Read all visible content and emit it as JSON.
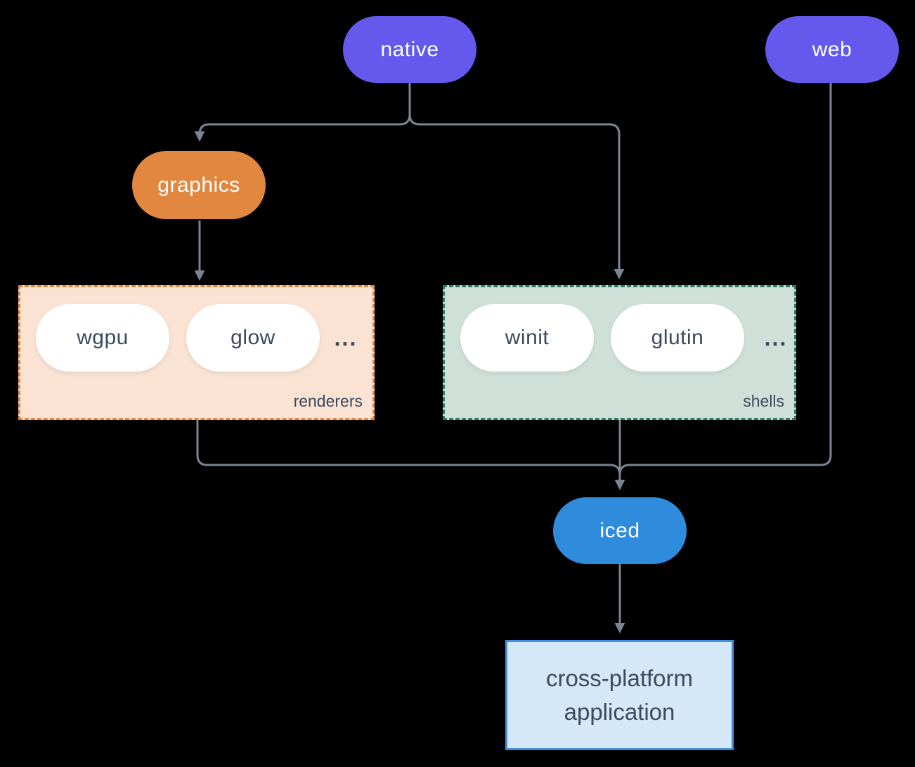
{
  "diagram": {
    "nodes": {
      "native": {
        "label": "native",
        "color": "#6459EC"
      },
      "web": {
        "label": "web",
        "color": "#6459EC"
      },
      "graphics": {
        "label": "graphics",
        "color": "#E2873F"
      },
      "iced": {
        "label": "iced",
        "color": "#2F8BDC"
      },
      "app": {
        "label": "cross-platform application",
        "fill": "#D5E8F8",
        "border": "#3D90DE"
      }
    },
    "groups": {
      "renderers": {
        "label": "renderers",
        "items": [
          "wgpu",
          "glow"
        ],
        "ellipsis": "...",
        "fill": "#FAE3D3",
        "border": "#E2873F"
      },
      "shells": {
        "label": "shells",
        "items": [
          "winit",
          "glutin"
        ],
        "ellipsis": "...",
        "fill": "#CFE0D9",
        "border": "#2F7A68"
      }
    },
    "colors": {
      "background": "#000000",
      "connector_line": "#7A8594",
      "pill_text_light": "#FFFFFF",
      "text_dark": "#3B4A5C",
      "white_pill": "#FFFFFF"
    }
  }
}
